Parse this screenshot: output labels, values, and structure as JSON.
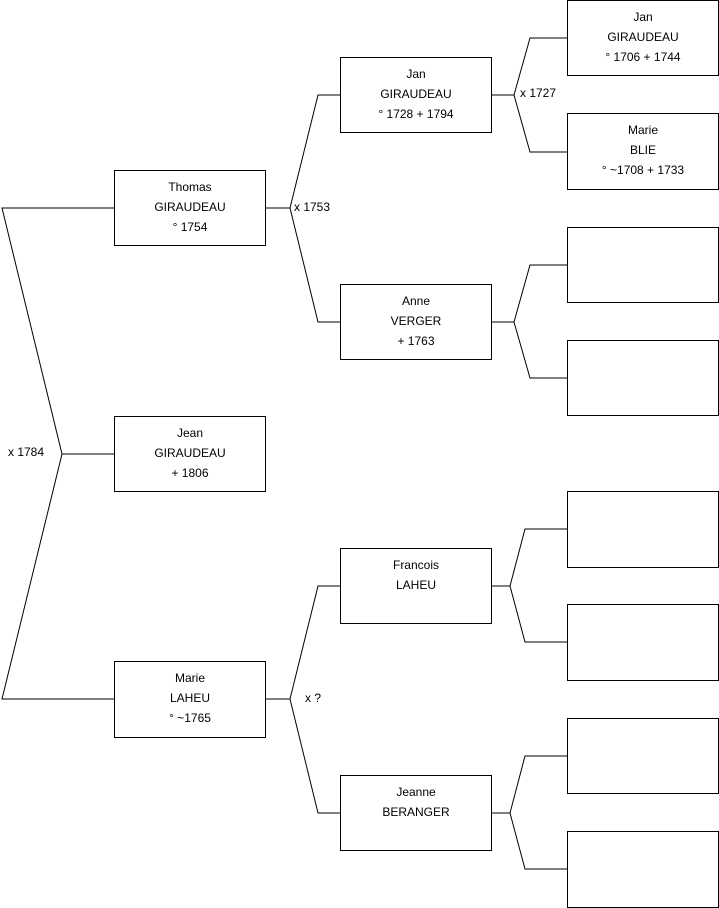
{
  "persons": {
    "p0": {
      "first": "Jean",
      "last": "GIRAUDEAU",
      "dates": "+ 1806"
    },
    "p1": {
      "first": "Thomas",
      "last": "GIRAUDEAU",
      "dates": "° 1754"
    },
    "p2": {
      "first": "Marie",
      "last": "LAHEU",
      "dates": "° ~1765"
    },
    "p3": {
      "first": "Jan",
      "last": "GIRAUDEAU",
      "dates": "° 1728 + 1794"
    },
    "p4": {
      "first": "Anne",
      "last": "VERGER",
      "dates": "+ 1763"
    },
    "p5": {
      "first": "Francois",
      "last": "LAHEU",
      "dates": ""
    },
    "p6": {
      "first": "Jeanne",
      "last": "BERANGER",
      "dates": ""
    },
    "p7": {
      "first": "Jan",
      "last": "GIRAUDEAU",
      "dates": "° 1706 + 1744"
    },
    "p8": {
      "first": "Marie",
      "last": "BLIE",
      "dates": "° ~1708 + 1733"
    },
    "p9": {
      "first": "",
      "last": "",
      "dates": ""
    },
    "p10": {
      "first": "",
      "last": "",
      "dates": ""
    },
    "p11": {
      "first": "",
      "last": "",
      "dates": ""
    },
    "p12": {
      "first": "",
      "last": "",
      "dates": ""
    },
    "p13": {
      "first": "",
      "last": "",
      "dates": ""
    },
    "p14": {
      "first": "",
      "last": "",
      "dates": ""
    }
  },
  "unions": {
    "u0": "x 1784",
    "u1": "x 1753",
    "u2": "x ?",
    "u3": "x 1727"
  },
  "colors": {
    "line": "#000000",
    "box_border": "#000000",
    "background": "#ffffff",
    "text": "#000000"
  }
}
